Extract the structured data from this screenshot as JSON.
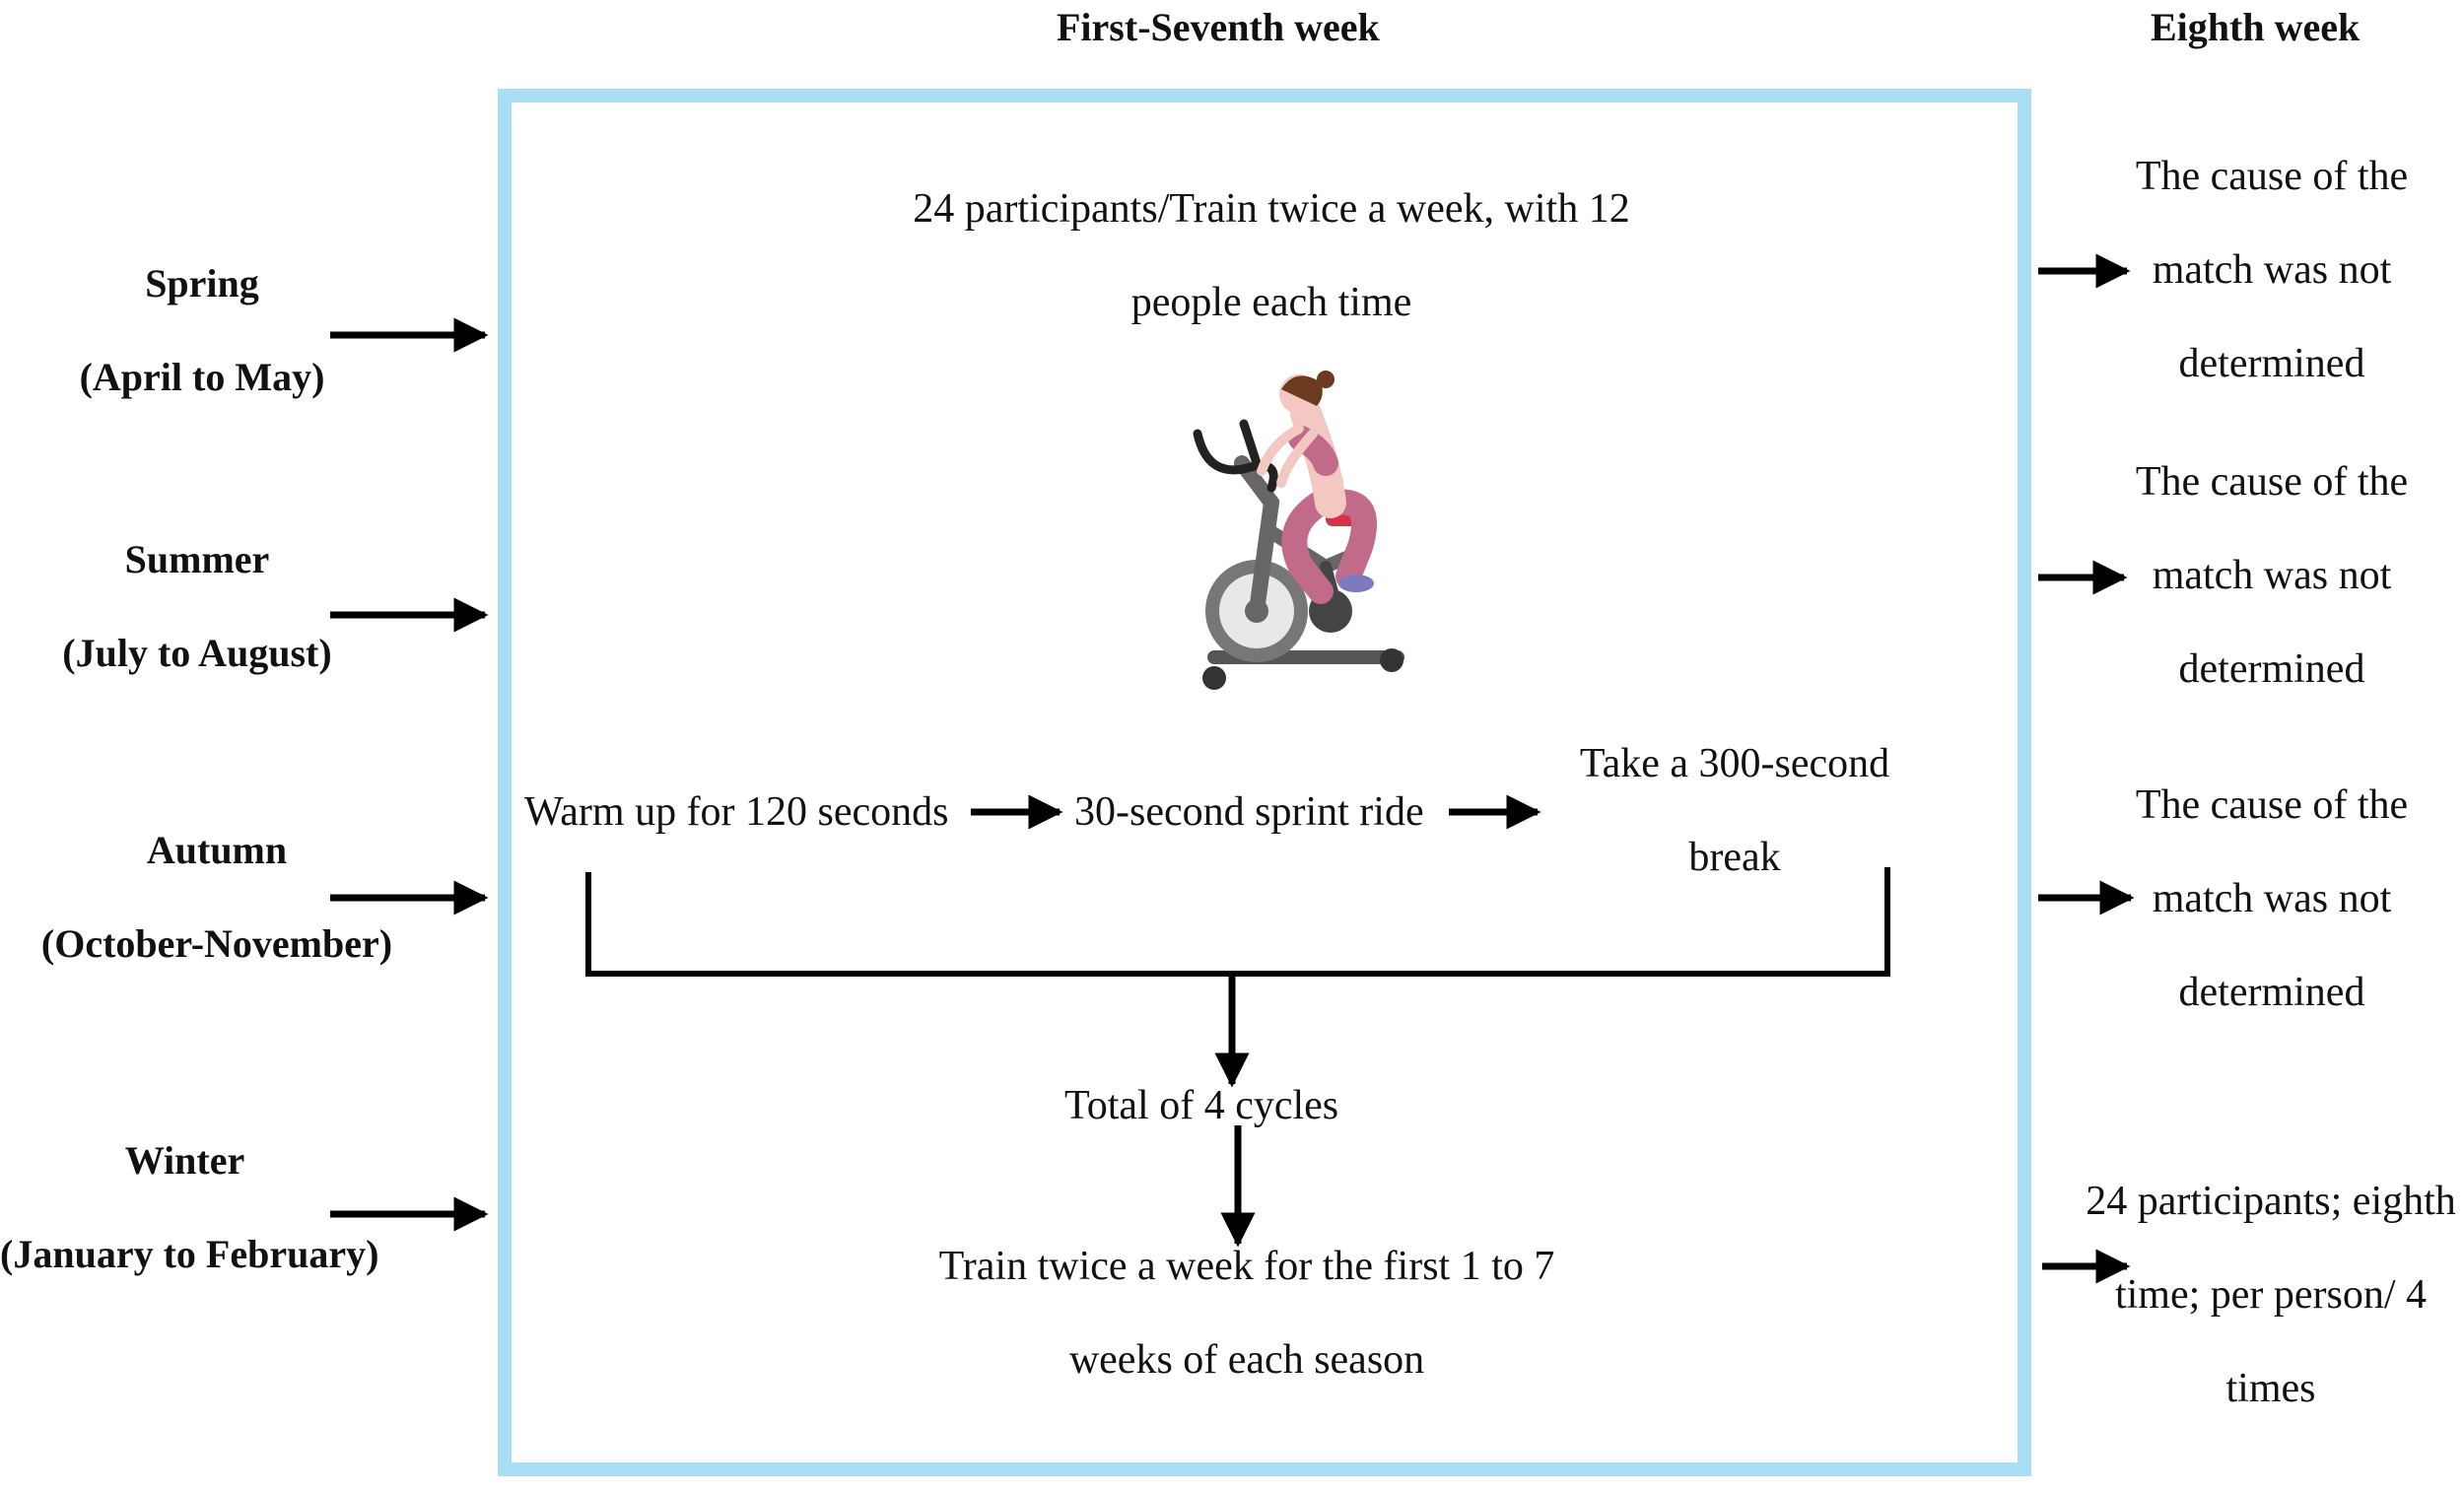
{
  "header": {
    "left_title": "First-Seventh week",
    "right_title": "Eighth week"
  },
  "seasons": [
    {
      "name": "Spring",
      "months": "(April to May)"
    },
    {
      "name": "Summer",
      "months": "(July to August)"
    },
    {
      "name": "Autumn",
      "months": "(October-November)"
    },
    {
      "name": "Winter",
      "months": "(January to February)"
    }
  ],
  "protocol": {
    "intro": "24 participants/Train twice a week, with 12 people each time",
    "step_warmup": "Warm up for 120 seconds",
    "step_sprint": "30-second sprint ride",
    "step_break": "Take a 300-second break",
    "cycles": "Total of 4 cycles",
    "schedule": "Train twice a week for the first 1 to 7 weeks of each season"
  },
  "eighth_week": [
    "The cause of the match was not determined",
    "The cause of the match was not determined",
    "The cause of the match was not determined",
    "24 participants; eighth time; per person/ 4 times"
  ],
  "colors": {
    "frame": "#a9dff5",
    "arrow": "#000000"
  },
  "icons": {
    "exercise": "stationary-bike-icon"
  }
}
